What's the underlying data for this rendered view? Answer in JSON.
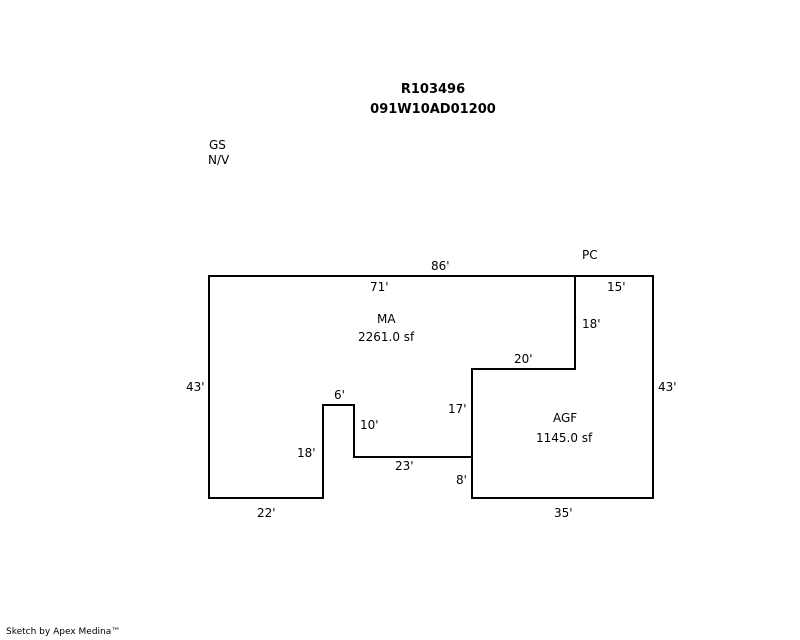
{
  "header": {
    "record_id": "R103496",
    "parcel_id": "091W10AD01200"
  },
  "notes": {
    "line1": "GS",
    "line2": "N/V"
  },
  "areas": {
    "ma": {
      "code": "MA",
      "size": "2261.0 sf"
    },
    "agf": {
      "code": "AGF",
      "size": "1145.0 sf"
    },
    "pc": {
      "code": "PC"
    }
  },
  "dimensions": {
    "top_total": "86'",
    "top_ma": "71'",
    "left": "43'",
    "right": "43'",
    "bottom_left": "22'",
    "bottom_right": "35'",
    "notch_up": "18'",
    "notch_top": "6'",
    "notch_down": "10'",
    "inner_bottom": "23'",
    "inner_lower": "8'",
    "inner_upper": "17'",
    "step_top": "20'",
    "pc_side": "18'",
    "pc_top": "15'"
  },
  "footer": {
    "credit": "Sketch by Apex Medina™"
  }
}
